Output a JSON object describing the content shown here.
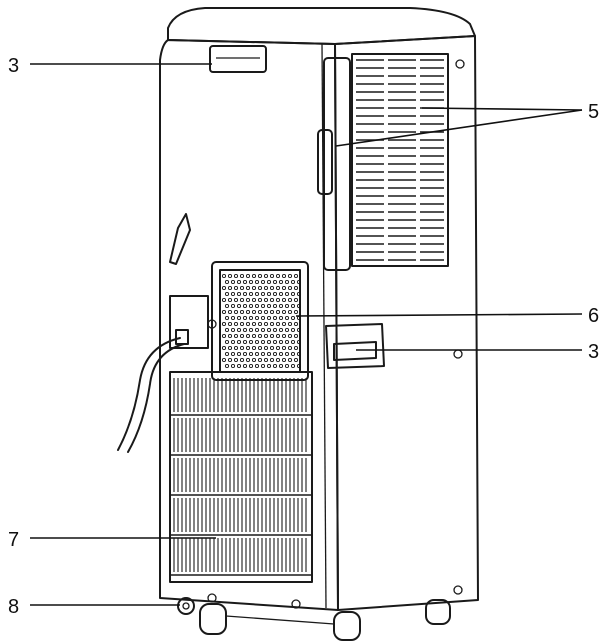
{
  "callouts": [
    {
      "id": "c-3-top",
      "number": "3"
    },
    {
      "id": "c-5",
      "number": "5"
    },
    {
      "id": "c-6",
      "number": "6"
    },
    {
      "id": "c-3-side",
      "number": "3"
    },
    {
      "id": "c-7",
      "number": "7"
    },
    {
      "id": "c-8",
      "number": "8"
    }
  ],
  "colors": {
    "line": "#1a1a1a",
    "body": "#ffffff",
    "grille": "#d8d8d8"
  }
}
